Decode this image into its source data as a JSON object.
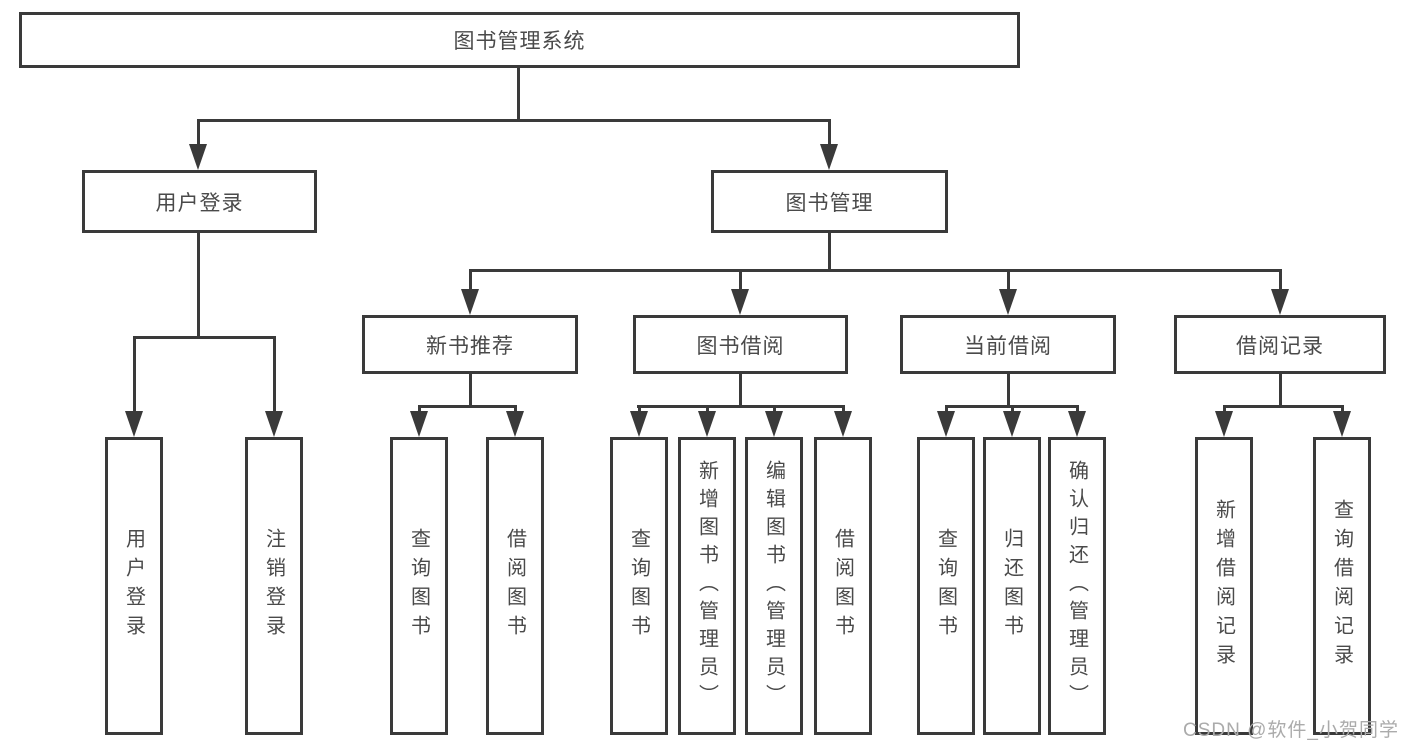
{
  "diagram": {
    "title": "图书管理系统",
    "tree": {
      "label": "图书管理系统",
      "children": [
        {
          "label": "用户登录",
          "children": [
            {
              "label": "用户登录"
            },
            {
              "label": "注销登录"
            }
          ]
        },
        {
          "label": "图书管理",
          "children": [
            {
              "label": "新书推荐",
              "children": [
                {
                  "label": "查询图书"
                },
                {
                  "label": "借阅图书"
                }
              ]
            },
            {
              "label": "图书借阅",
              "children": [
                {
                  "label": "查询图书"
                },
                {
                  "label": "新增图书（管理员）"
                },
                {
                  "label": "编辑图书（管理员）"
                },
                {
                  "label": "借阅图书"
                }
              ]
            },
            {
              "label": "当前借阅",
              "children": [
                {
                  "label": "查询图书"
                },
                {
                  "label": "归还图书"
                },
                {
                  "label": "确认归还（管理员）"
                }
              ]
            },
            {
              "label": "借阅记录",
              "children": [
                {
                  "label": "新增借阅记录"
                },
                {
                  "label": "查询借阅记录"
                }
              ]
            }
          ]
        }
      ]
    },
    "colors": {
      "line": "#3a3a3a",
      "text": "#4a4a4a",
      "box_background": "#ffffff"
    }
  },
  "watermark": {
    "text": "CSDN @软件_小贺同学",
    "color": "#ababab"
  }
}
